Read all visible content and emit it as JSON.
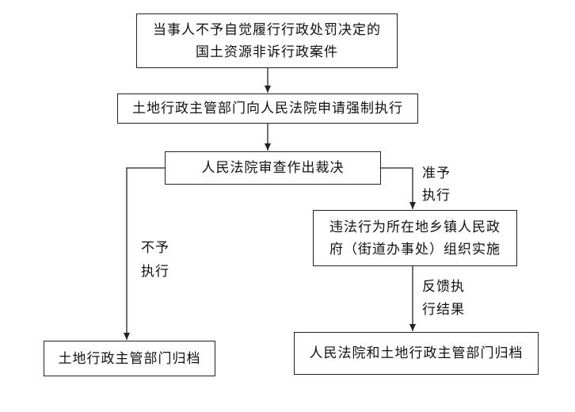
{
  "nodes": {
    "case": {
      "line1": "当事人不予自觉履行行政处罚决定的",
      "line2": "国土资源非诉行政案件"
    },
    "apply": "土地行政主管部门向人民法院申请强制执行",
    "review": "人民法院审查作出裁决",
    "implement": {
      "line1": "违法行为所在地乡镇人民政",
      "line2": "府（街道办事处）组织实施"
    },
    "archive_left": "土地行政主管部门归档",
    "archive_right": "人民法院和土地行政主管部门归档"
  },
  "edge_labels": {
    "approve": {
      "line1": "准予",
      "line2": "执行"
    },
    "reject": {
      "line1": "不予",
      "line2": "执行"
    },
    "feedback": {
      "line1": "反馈执",
      "line2": "行结果"
    }
  }
}
